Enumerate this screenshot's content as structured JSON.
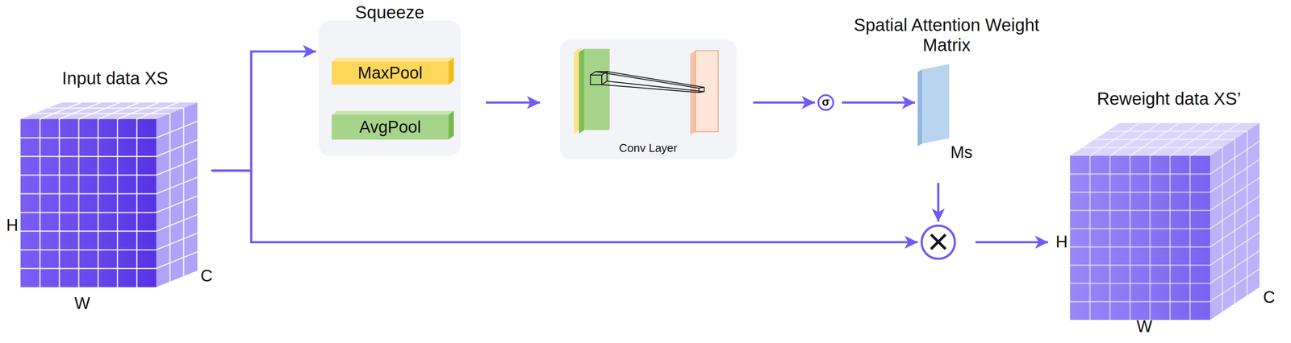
{
  "diagram": {
    "nodes": [
      {
        "text": [
          "Input data XS",
          "H",
          "W",
          "C"
        ]
      },
      {
        "text": [
          "Squeeze"
        ]
      },
      {
        "text": [
          "MaxPool"
        ],
        "in": 1
      },
      {
        "text": [
          "AvgPool"
        ],
        "in": 1
      },
      {
        "text": [
          "Conv Layer"
        ]
      },
      {
        "text": [
          "σ"
        ]
      },
      {
        "text": [
          "Spatial Attention Weight Matrix",
          "Ms"
        ]
      },
      {
        "text": [
          "×"
        ]
      },
      {
        "text": [
          "Reweight data XS’",
          "H",
          "W",
          "C"
        ]
      }
    ],
    "edges": [
      {
        "from": 0,
        "to": 1,
        "arrow": "to"
      },
      {
        "from": 0,
        "to": 7,
        "arrow": "to"
      },
      {
        "from": 1,
        "to": 4,
        "arrow": "to"
      },
      {
        "from": 4,
        "to": 5,
        "arrow": "to"
      },
      {
        "from": 5,
        "to": 6,
        "arrow": "to"
      },
      {
        "from": 6,
        "to": 7,
        "arrow": "to"
      },
      {
        "from": 7,
        "to": 8,
        "arrow": "to"
      }
    ]
  }
}
